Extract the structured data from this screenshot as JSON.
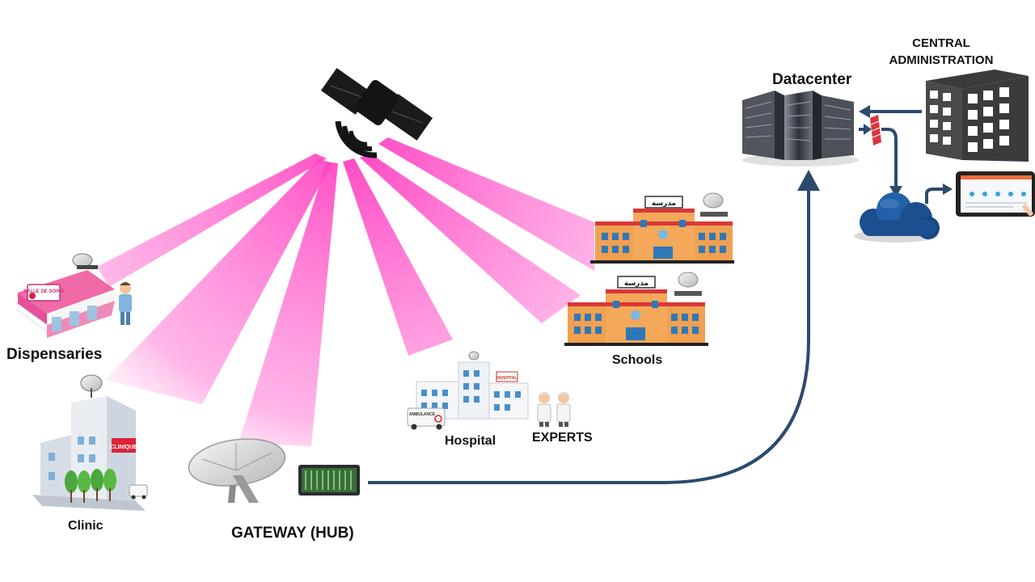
{
  "diagram": {
    "labels": {
      "dispensaries": "Dispensaries",
      "clinic": "Clinic",
      "gateway": "GATEWAY (HUB)",
      "hospital": "Hospital",
      "experts": "EXPERTS",
      "schools": "Schools",
      "datacenter": "Datacenter",
      "central_admin_line1": "CENTRAL",
      "central_admin_line2": "ADMINISTRATION"
    },
    "signs": {
      "school_sign": "مدرسة",
      "hospital_sign": "HOSPITAL",
      "clinic_sign": "CLINIQUE",
      "ambulance_sign": "AMBULANCE",
      "dispensary_sign": "SALLE DE SOINS"
    },
    "colors": {
      "beam": "#ff4fc4",
      "link": "#2c4a6e",
      "server": "#3a3f48",
      "building_gray": "#3b3b3b",
      "school_orange": "#f0a050",
      "cloud": "#1f4f8f",
      "firewall": "#d9363e"
    },
    "icons": [
      "satellite-icon",
      "satellite-dish-icon",
      "server-rack-icon",
      "office-building-icon",
      "firewall-icon",
      "cloud-icon",
      "tablet-icon",
      "school-icon",
      "hospital-icon",
      "clinic-icon",
      "dispensary-icon",
      "doctor-icon",
      "nurse-icon",
      "ambulance-icon",
      "hub-modem-icon"
    ]
  }
}
